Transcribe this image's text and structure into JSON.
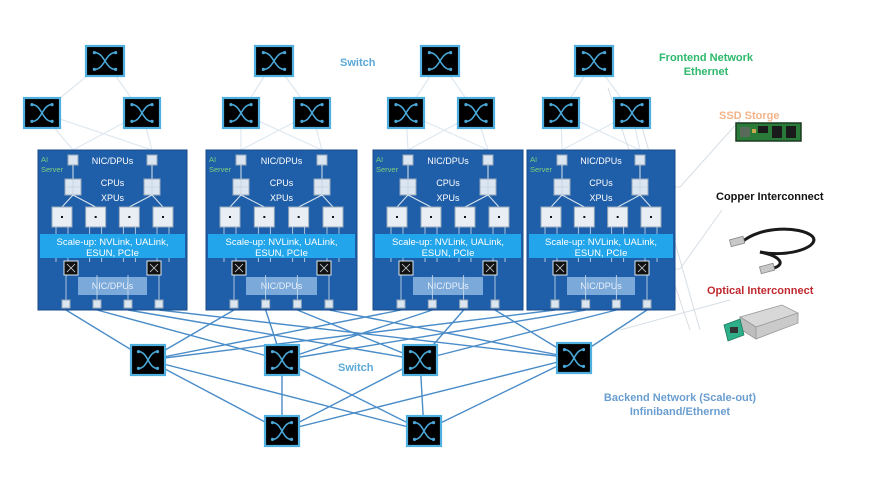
{
  "labels": {
    "switch_top": "Switch",
    "switch_backend": "Switch",
    "frontend_line1": "Frontend Network",
    "frontend_line2": "Ethernet",
    "backend_line1": "Backend Network (Scale-out)",
    "backend_line2": "Infiniband/Ethernet",
    "ssd": "SSD Storge",
    "copper": "Copper Interconnect",
    "optical": "Optical Interconnect"
  },
  "server": {
    "tag_line1": "AI",
    "tag_line2": "Server",
    "nic_top": "NIC/DPUs",
    "cpus": "CPUs",
    "xpus": "XPUs",
    "scaleup_line1": "Scale-up: NVLink, UALink,",
    "scaleup_line2": "ESUN, PCIe",
    "nic_bottom": "NIC/DPUs"
  },
  "server_count": 4,
  "colors": {
    "server_bg": "#1f5ea8",
    "server_border": "#174a88",
    "scaleup_band": "#22a5ea",
    "switch_fill": "#000000",
    "switch_border": "#4fb0e0",
    "switch_glyph": "#4aa8d8",
    "backend_link": "#4a8cc8",
    "frontend_link": "#dfe8f0",
    "component_fill": "#dbe6f0",
    "nic_panel": "#8cb6e2",
    "frontend_text": "#2eb86b",
    "backend_text": "#6a9ed0",
    "ssd_text": "#f2b48a",
    "optical_text": "#c0282e"
  },
  "icons": {
    "switch": "switch-icon",
    "ssd": "ssd-icon",
    "copper": "copper-cable-icon",
    "optical": "optical-transceiver-icon"
  }
}
